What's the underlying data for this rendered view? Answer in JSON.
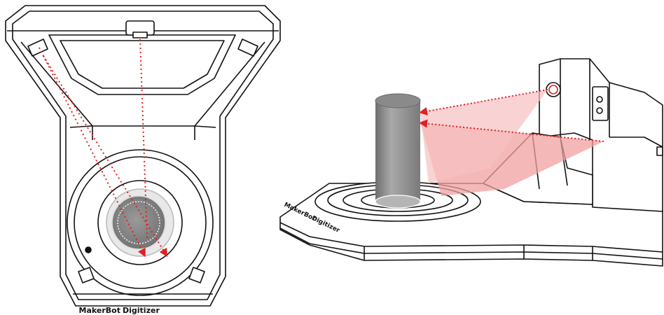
{
  "top_view": {
    "brand": "MakerBot",
    "product": "Digitizer"
  },
  "side_view": {
    "brand": "MakerBot",
    "product": "Digitizer"
  },
  "colors": {
    "laser": "#e02020",
    "laser_fill": "#f2a0a0",
    "object": "#8a8a8a",
    "outline": "#111111"
  }
}
